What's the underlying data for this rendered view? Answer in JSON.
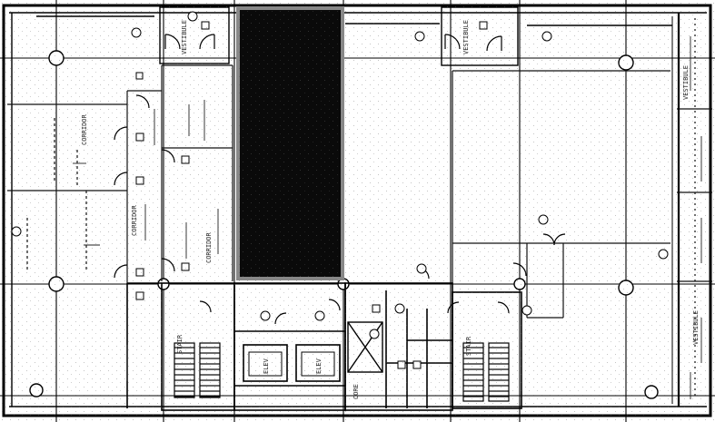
{
  "plan": {
    "room_labels": [
      "STAIR",
      "STAIR",
      "ELEV",
      "ELEV",
      "CORRIDOR",
      "CORRIDOR",
      "CORRIDOR",
      "VESTIBULE",
      "VESTIBULE",
      "VESTIBULE",
      "VESTIBULE",
      "CORE"
    ],
    "icons": [
      "column-marker-icon",
      "door-swing-icon",
      "stair-icon",
      "elevator-icon",
      "shaft-icon",
      "outlet-icon"
    ]
  }
}
